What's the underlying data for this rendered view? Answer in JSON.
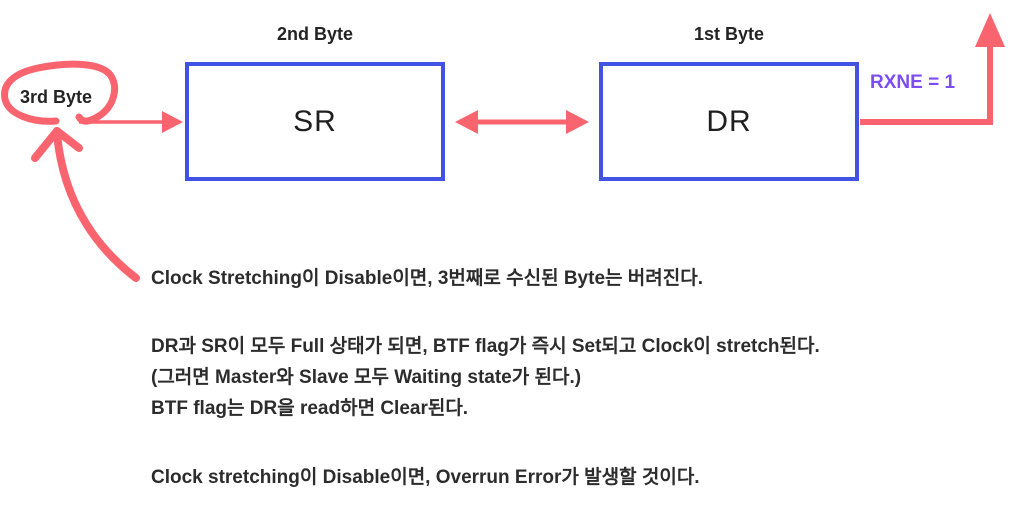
{
  "diagram": {
    "sr_box": {
      "label": "SR",
      "byte_label": "2nd Byte"
    },
    "dr_box": {
      "label": "DR",
      "byte_label": "1st Byte"
    },
    "third_byte_label": "3rd Byte",
    "rxne_label": "RXNE = 1"
  },
  "notes": {
    "line1": "Clock Stretching이 Disable이면, 3번째로 수신된 Byte는 버려진다.",
    "line2": "DR과 SR이 모두 Full 상태가 되면, BTF flag가 즉시 Set되고 Clock이 stretch된다.",
    "line3": "(그러면 Master와 Slave 모두 Waiting state가 된다.)",
    "line4": "BTF flag는 DR을 read하면 Clear된다.",
    "line5": "Clock stretching이 Disable이면, Overrun Error가 발생할 것이다."
  },
  "icons": {
    "hand_drawn_loop": "scribble-ellipse",
    "curved_arrow": "curved-up-arrow",
    "input_arrow": "right-arrow",
    "transfer_arrow": "double-headed-arrow",
    "rxne_arrow": "up-arrow"
  },
  "colors": {
    "box-border": "#4153E3",
    "arrow-pink": "#F9646E",
    "rxne-purple": "#7B4DF2",
    "text-dark": "#2C2C2C"
  }
}
